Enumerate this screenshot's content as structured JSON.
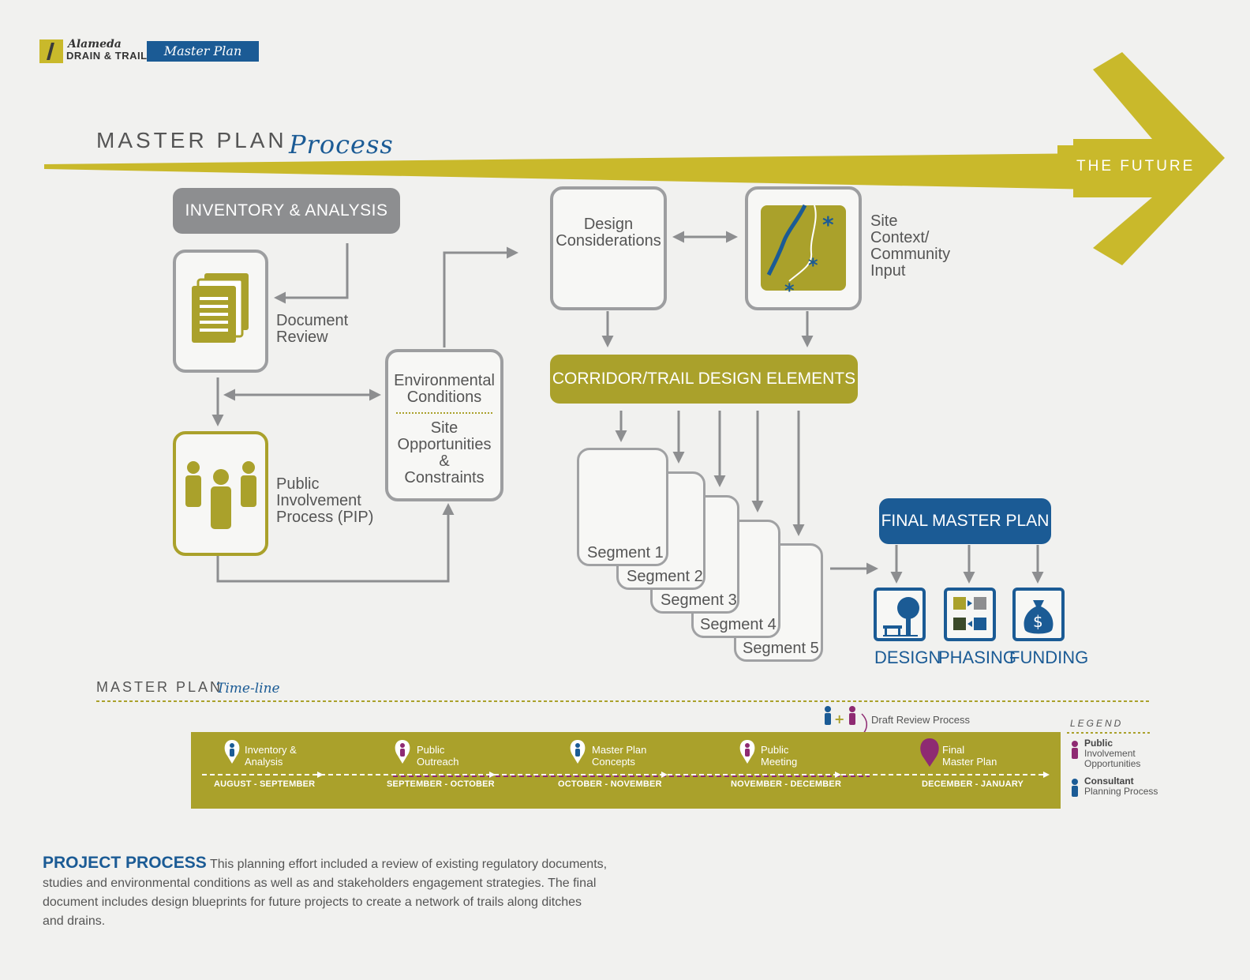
{
  "logo": {
    "line1": "Alameda",
    "line2": "DRAIN & TRAIL",
    "right": "Master Plan"
  },
  "header": {
    "title": "MASTER PLAN",
    "title_script": "Process",
    "future": "THE FUTURE"
  },
  "flow": {
    "inventory": "INVENTORY  & ANALYSIS",
    "document_review": [
      "Document",
      "Review"
    ],
    "pip": [
      "Public",
      "Involvement",
      "Process (PIP)"
    ],
    "env_conditions": [
      "Environmental",
      "Conditions"
    ],
    "site_opps": [
      "Site",
      "Opportunities",
      "&",
      "Constraints"
    ],
    "design_considerations": [
      "Design",
      "Considerations"
    ],
    "site_context": [
      "Site",
      "Context/",
      "Community",
      "Input"
    ],
    "corridor": "CORRIDOR/TRAIL DESIGN ELEMENTS",
    "segments": [
      "Segment 1",
      "Segment 2",
      "Segment 3",
      "Segment 4",
      "Segment 5"
    ],
    "final": "FINAL MASTER PLAN",
    "outputs": [
      "DESIGN",
      "PHASING",
      "FUNDING"
    ]
  },
  "timeline": {
    "title": "MASTER PLAN",
    "title_script": "Time-line",
    "draft": "Draft Review Process",
    "events": [
      {
        "l1": "Inventory &",
        "l2": "Analysis",
        "date": "AUGUST - SEPTEMBER",
        "kind": "consultant"
      },
      {
        "l1": "Public",
        "l2": "Outreach",
        "date": "SEPTEMBER - OCTOBER",
        "kind": "public"
      },
      {
        "l1": "Master Plan",
        "l2": "Concepts",
        "date": "OCTOBER - NOVEMBER",
        "kind": "consultant"
      },
      {
        "l1": "Public",
        "l2": "Meeting",
        "date": "NOVEMBER - DECEMBER",
        "kind": "public"
      },
      {
        "l1": "Final",
        "l2": "Master Plan",
        "date": "DECEMBER - JANUARY",
        "kind": "final"
      }
    ]
  },
  "legend": {
    "title": "LEGEND",
    "public_bold": "Public",
    "public_rest": [
      "Involvement",
      "Opportunities"
    ],
    "consultant_bold": "Consultant",
    "consultant_rest": "Planning Process"
  },
  "project": {
    "heading": "PROJECT PROCESS",
    "line1": "This planning effort included a review of existing regulatory documents,",
    "line2": "studies and environmental conditions as well as and stakeholders engagement strategies. The final",
    "line3": "document includes design blueprints for future projects to create a network of trails along ditches",
    "line4": "and drains."
  },
  "colors": {
    "olive": "#aaa12b",
    "arrow": "#c9b92b",
    "blue": "#1b5b95",
    "gray": "#8d8e90",
    "magenta": "#8e2a72"
  }
}
